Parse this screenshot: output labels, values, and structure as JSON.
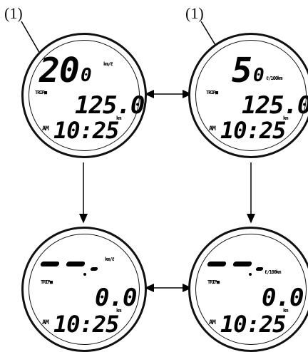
{
  "callouts": {
    "top_left": "(1)",
    "top_right": "(1)"
  },
  "displays": {
    "km_per_liter": {
      "main_int": "20",
      "main_dec": "0",
      "unit": "km/ℓ",
      "trip": "TRIP■",
      "odometer": "125.0",
      "odometer_unit": "km",
      "ampm": "AM",
      "clock": "10:25"
    },
    "liters_per_100km": {
      "main_int": "5",
      "main_dec": "0",
      "unit": "ℓ/100km",
      "trip": "TRIP■",
      "odometer": "125.0",
      "odometer_unit": "km",
      "ampm": "AM",
      "clock": "10:25"
    },
    "km_per_liter_reset": {
      "unit": "km/ℓ",
      "trip": "TRIP■",
      "odometer": "0.0",
      "odometer_unit": "km",
      "ampm": "AM",
      "clock": "10:25"
    },
    "liters_per_100km_reset": {
      "unit": "ℓ/100km",
      "trip": "TRIP■",
      "odometer": "0.0",
      "odometer_unit": "km",
      "ampm": "AM",
      "clock": "10:25"
    }
  }
}
